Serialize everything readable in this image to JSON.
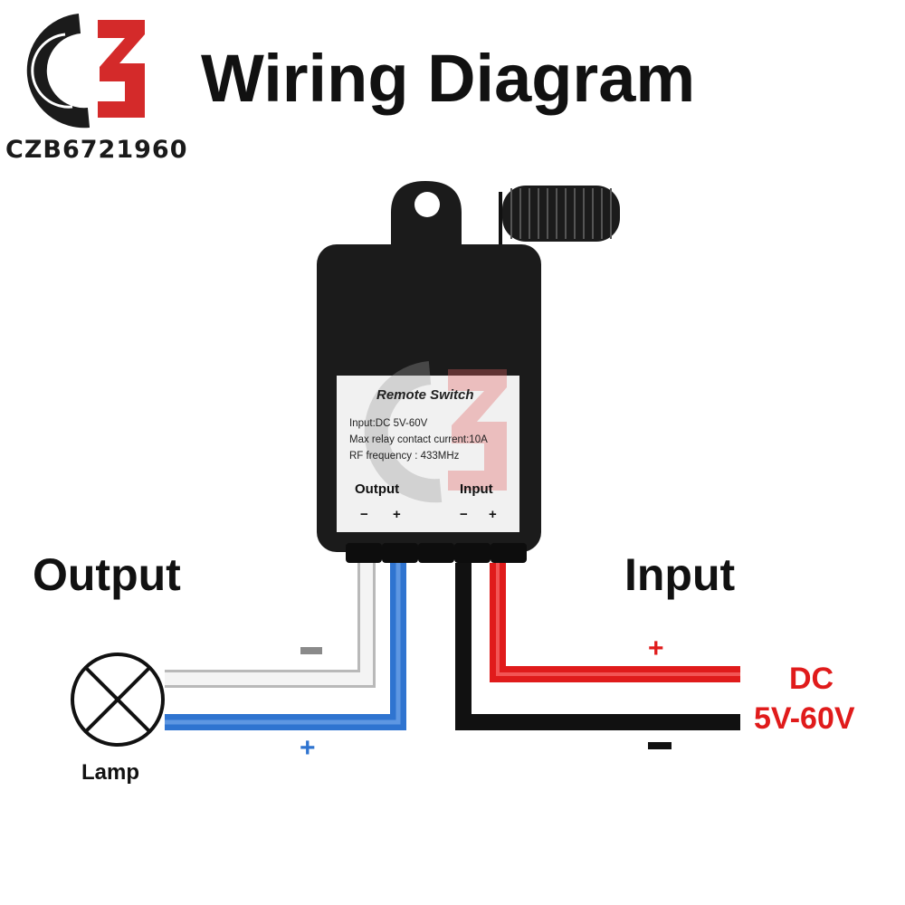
{
  "title": "Wiring Diagram",
  "logo": {
    "text": "CZB6721960"
  },
  "device": {
    "label_title": "Remote Switch",
    "specs": [
      "Input:DC 5V-60V",
      "Max relay contact current:10A",
      "RF frequency : 433MHz"
    ],
    "output_label": "Output",
    "input_label": "Input",
    "polarity": [
      "−",
      "+",
      "−",
      "+"
    ]
  },
  "output_section": {
    "heading": "Output",
    "lamp_label": "Lamp",
    "minus_sign": "−",
    "plus_sign": "+"
  },
  "input_section": {
    "heading": "Input",
    "plus_sign": "+",
    "minus_sign": "−",
    "power_label": "DC",
    "power_range": "5V-60V"
  },
  "colors": {
    "wire_white": "#ffffff",
    "wire_blue": "#2f74d0",
    "wire_black": "#111111",
    "wire_red": "#e01b1b",
    "device_body": "#1b1b1b",
    "label_bg": "#f1f1f1",
    "logo_red": "#d42a2a"
  }
}
